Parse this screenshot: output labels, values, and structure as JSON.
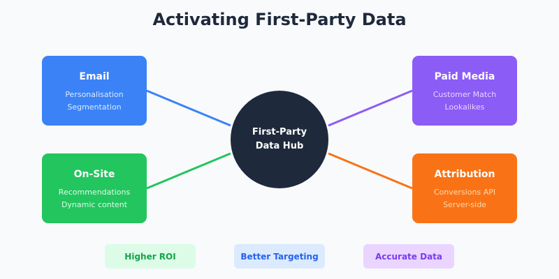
{
  "title": "Activating First-Party Data",
  "hub": {
    "line1": "First-Party",
    "line2": "Data Hub",
    "color": "#1e293b"
  },
  "nodes": [
    {
      "id": "email",
      "title": "Email",
      "lines": [
        "Personalisation",
        "Segmentation"
      ],
      "color": "#3b82f6",
      "sub_color": "#dbeafe"
    },
    {
      "id": "on-site",
      "title": "On-Site",
      "lines": [
        "Recommendations",
        "Dynamic content"
      ],
      "color": "#22c55e",
      "sub_color": "#dcfce7"
    },
    {
      "id": "paid-media",
      "title": "Paid Media",
      "lines": [
        "Customer Match",
        "Lookalikes"
      ],
      "color": "#8b5cf6",
      "sub_color": "#e9d5ff"
    },
    {
      "id": "attribution",
      "title": "Attribution",
      "lines": [
        "Conversions API",
        "Server-side"
      ],
      "color": "#f97316",
      "sub_color": "#fed7aa"
    }
  ],
  "benefits": [
    {
      "label": "Higher ROI",
      "bg": "#dcfce7",
      "fg": "#16a34a"
    },
    {
      "label": "Better Targeting",
      "bg": "#dbeafe",
      "fg": "#2563eb"
    },
    {
      "label": "Accurate Data",
      "bg": "#e9d5ff",
      "fg": "#7c3aed"
    }
  ]
}
